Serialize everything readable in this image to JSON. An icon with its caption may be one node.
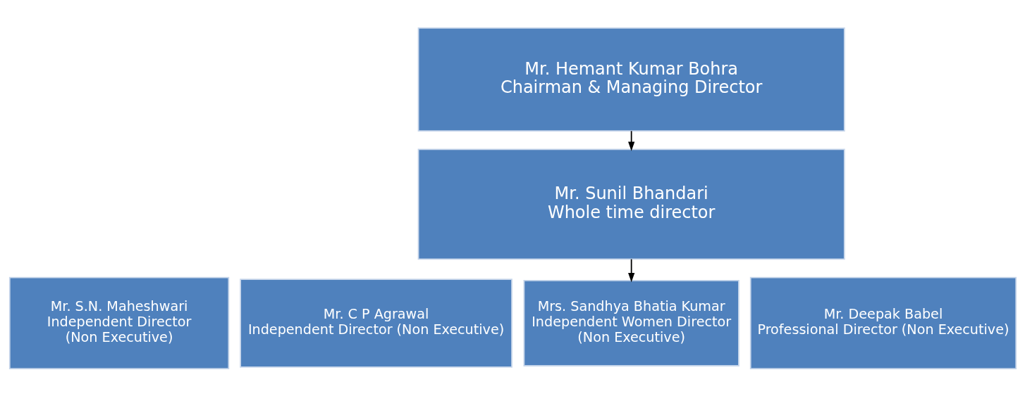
{
  "diagram": {
    "nodes": [
      {
        "text": [
          "Mr. Hemant Kumar Bohra",
          "Chairman & Managing Director"
        ]
      },
      {
        "text": [
          "Mr. Sunil Bhandari",
          "Whole time director"
        ]
      },
      {
        "text": [
          "Mr. S.N. Maheshwari",
          "Independent Director",
          "(Non Executive)"
        ]
      },
      {
        "text": [
          "Mr. C P Agrawal",
          "Independent Director (Non Executive)"
        ]
      },
      {
        "text": [
          "Mrs. Sandhya Bhatia Kumar",
          "Independent Women Director",
          "(Non Executive)"
        ]
      },
      {
        "text": [
          "Mr. Deepak Babel",
          "Professional Director (Non Executive)"
        ]
      }
    ],
    "edges": [
      {
        "from": 0,
        "to": 1,
        "arrow": "to"
      },
      {
        "from": 1,
        "to": 4,
        "arrow": "to"
      }
    ]
  }
}
